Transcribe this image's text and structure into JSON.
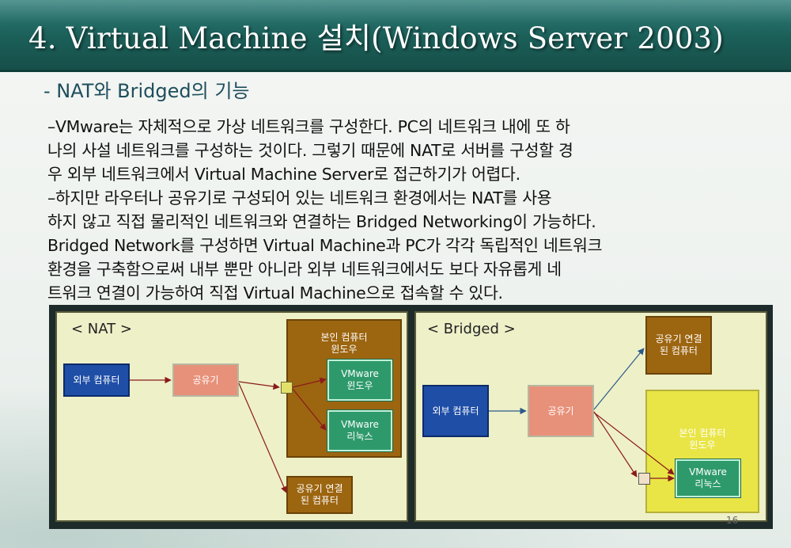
{
  "title": "4. Virtual Machine 설치(Windows Server 2003)",
  "subtitle": "- NAT와 Bridged의 기능",
  "paragraph_lines": [
    "   –VMware는 자체적으로 가상 네트워크를 구성한다. PC의 네트워크 내에 또 하",
    "나의 사설 네트워크를 구성하는 것이다. 그렇기 때문에 NAT로 서버를 구성할 경",
    "우 외부 네트워크에서 Virtual Machine Server로 접근하기가 어렵다.",
    "   –하지만 라우터나 공유기로 구성되어 있는 네트워크 환경에서는 NAT를 사용",
    "하지 않고 직접 물리적인 네트워크와 연결하는 Bridged Networking이 가능하다.",
    "Bridged Network를 구성하면 Virtual Machine과 PC가 각각 독립적인 네트워크",
    "환경을 구축함으로써 내부 뿐만 아니라 외부 네트워크에서도 보다 자유롭게 네",
    "트워크 연결이 가능하여 직접 Virtual Machine으로 접속할 수 있다."
  ],
  "diagram": {
    "nat": {
      "label": "< NAT >",
      "external_pc": "외부 컴퓨터",
      "router": "공유기",
      "host": "본인 컴퓨터\n윈도우",
      "vm_windows": "VMware\n윈도우",
      "vm_linux": "VMware\n리눅스",
      "shared_pc": "공유기 연결\n된 컴퓨터"
    },
    "bridged": {
      "label": "< Bridged >",
      "external_pc": "외부 컴퓨터",
      "router": "공유기",
      "shared_pc": "공유기 연결\n된 컴퓨터",
      "host": "본인 컴퓨터\n윈도우",
      "vm_linux": "VMware\n리눅스"
    }
  },
  "page_number": "16",
  "colors": {
    "title_bar": "#1b5e58",
    "external_pc": "#1f4ea6",
    "router": "#e8917a",
    "nat_host": "#9c6510",
    "bridged_host": "#e9e546",
    "vm": "#2e9a6c",
    "arrow": "#8a1b1b"
  }
}
